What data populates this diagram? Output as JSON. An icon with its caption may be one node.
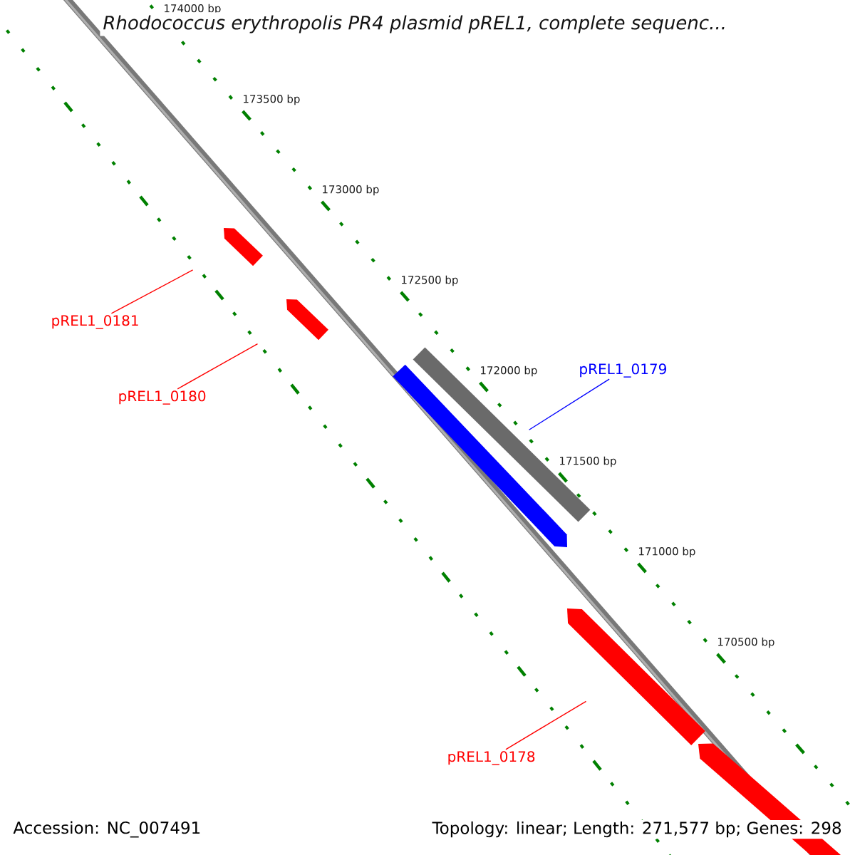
{
  "diagram": {
    "title": "Rhodococcus erythropolis PR4 plasmid pREL1, complete sequenc...",
    "nodes": [
      {
        "text": [],
        "shape": "bar"
      },
      {
        "text": [],
        "shape": "bar"
      },
      {
        "text": [],
        "shape": "bar"
      },
      {
        "text": [],
        "shape": "bar"
      },
      {
        "text": [],
        "shape": "bar"
      },
      {
        "text": [],
        "shape": "bar"
      },
      {
        "text": [
          "pREL1_0181"
        ]
      },
      {
        "text": [
          "pREL1_0180"
        ]
      },
      {
        "text": [
          "pREL1_0179"
        ]
      },
      {
        "text": [
          "pREL1_0178"
        ]
      }
    ],
    "edges": [
      {
        "from": 6,
        "to": 0,
        "arrow": "none"
      },
      {
        "from": 7,
        "to": 1,
        "arrow": "none"
      },
      {
        "from": 8,
        "to": 3,
        "arrow": "none",
        "color": "#0000ff"
      },
      {
        "from": 9,
        "to": 4,
        "arrow": "none"
      }
    ],
    "labels": [
      "174000 bp",
      "173500 bp",
      "173000 bp",
      "172500 bp",
      "172000 bp",
      "171500 bp",
      "171000 bp",
      "170500 bp",
      "Accession: NC_007491",
      "Topology: linear; Length: 271,577 bp; Genes: 298"
    ]
  }
}
